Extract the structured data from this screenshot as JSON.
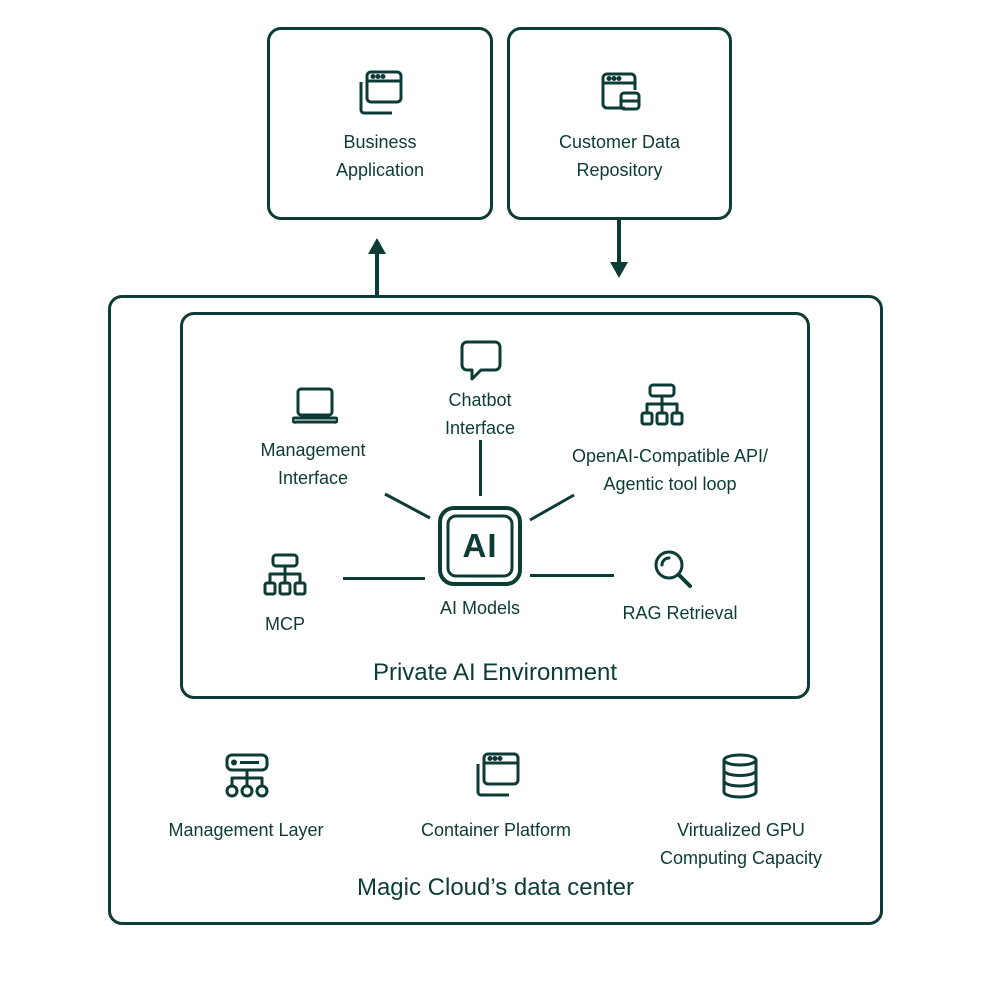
{
  "top": {
    "business_app_label": [
      "Business",
      "Application"
    ],
    "customer_repo_label": [
      "Customer Data",
      "Repository"
    ]
  },
  "datacenter": {
    "title": "Magic Cloud’s data center",
    "items": {
      "management_layer": "Management Layer",
      "container_platform": "Container Platform",
      "gpu_capacity": [
        "Virtualized GPU",
        "Computing Capacity"
      ]
    }
  },
  "private_env": {
    "title": "Private AI Environment",
    "center": {
      "badge": "AI",
      "label": "AI Models"
    },
    "nodes": {
      "management_interface": [
        "Management",
        "Interface"
      ],
      "chatbot_interface": [
        "Chatbot",
        "Interface"
      ],
      "openai_api": [
        "OpenAI-Compatible API/",
        "Agentic tool loop"
      ],
      "mcp": "MCP",
      "rag": "RAG Retrieval"
    }
  },
  "icons": {
    "business_app": "windows-stack-icon",
    "customer_repo": "browser-database-icon",
    "management_interface": "laptop-icon",
    "chatbot_interface": "chat-bubble-icon",
    "openai_api": "hierarchy-icon",
    "mcp": "hierarchy-icon",
    "rag": "magnifier-icon",
    "management_layer": "server-network-icon",
    "container_platform": "windows-stack-icon",
    "gpu_capacity": "database-icon"
  },
  "colors": {
    "ink": "#0d3b36",
    "background": "#ffffff"
  }
}
